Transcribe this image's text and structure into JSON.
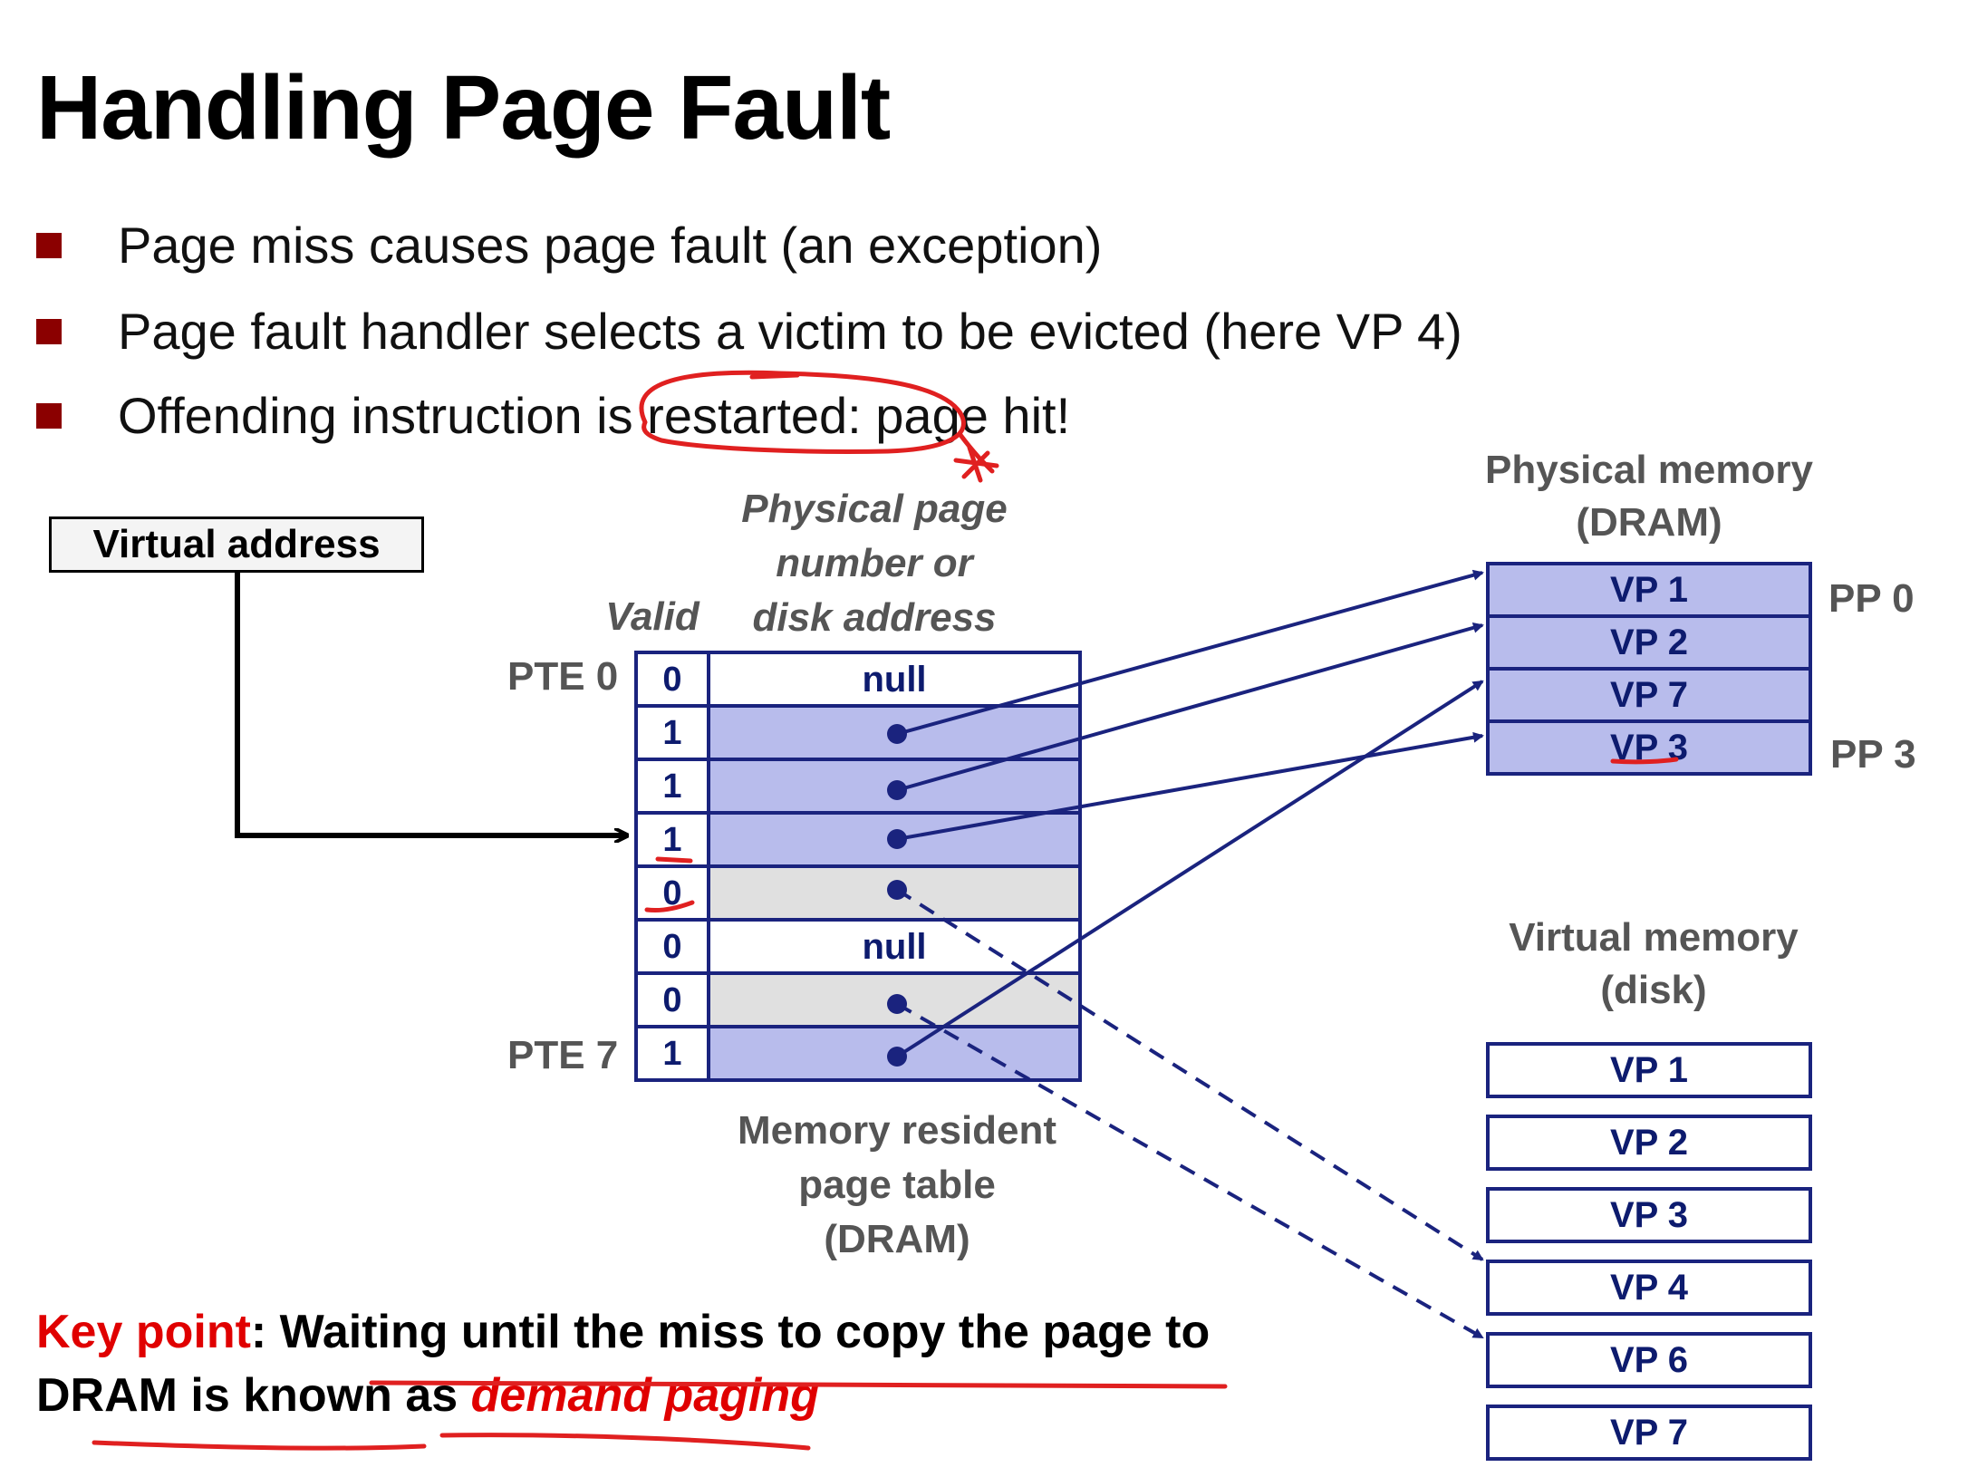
{
  "title": "Handling Page Fault",
  "bullets": [
    "Page miss causes page fault (an exception)",
    "Page fault handler selects a victim to be evicted (here VP 4)",
    "Offending instruction is restarted: page hit!"
  ],
  "virtual_address_label": "Virtual address",
  "page_table": {
    "header_valid": "Valid",
    "header_ppn": [
      "Physical page",
      "number or",
      "disk address"
    ],
    "pte_first_label": "PTE 0",
    "pte_last_label": "PTE 7",
    "rows": [
      {
        "valid": "0",
        "content": "null",
        "kind": "null"
      },
      {
        "valid": "1",
        "content": "",
        "kind": "dram"
      },
      {
        "valid": "1",
        "content": "",
        "kind": "dram"
      },
      {
        "valid": "1",
        "content": "",
        "kind": "dram"
      },
      {
        "valid": "0",
        "content": "",
        "kind": "disk"
      },
      {
        "valid": "0",
        "content": "null",
        "kind": "null"
      },
      {
        "valid": "0",
        "content": "",
        "kind": "disk"
      },
      {
        "valid": "1",
        "content": "",
        "kind": "dram"
      }
    ],
    "caption": [
      "Memory resident",
      "page table",
      "(DRAM)"
    ]
  },
  "physical_memory": {
    "title": [
      "Physical memory",
      "(DRAM)"
    ],
    "pages": [
      "VP 1",
      "VP 2",
      "VP 7",
      "VP 3"
    ],
    "pp_first": "PP 0",
    "pp_last": "PP 3"
  },
  "virtual_memory": {
    "title": [
      "Virtual memory",
      "(disk)"
    ],
    "pages": [
      "VP 1",
      "VP 2",
      "VP 3",
      "VP 4",
      "VP 6",
      "VP 7"
    ]
  },
  "key_point": {
    "label": "Key point",
    "text1": ": Waiting until the miss to copy the page to",
    "text2": "DRAM is known as ",
    "term": "demand paging"
  },
  "colors": {
    "accent_red": "#e00000",
    "bullet": "#8b0000",
    "navy": "#1a237e",
    "dram_fill": "#b8bcec",
    "disk_fill": "#e0e0e0"
  }
}
